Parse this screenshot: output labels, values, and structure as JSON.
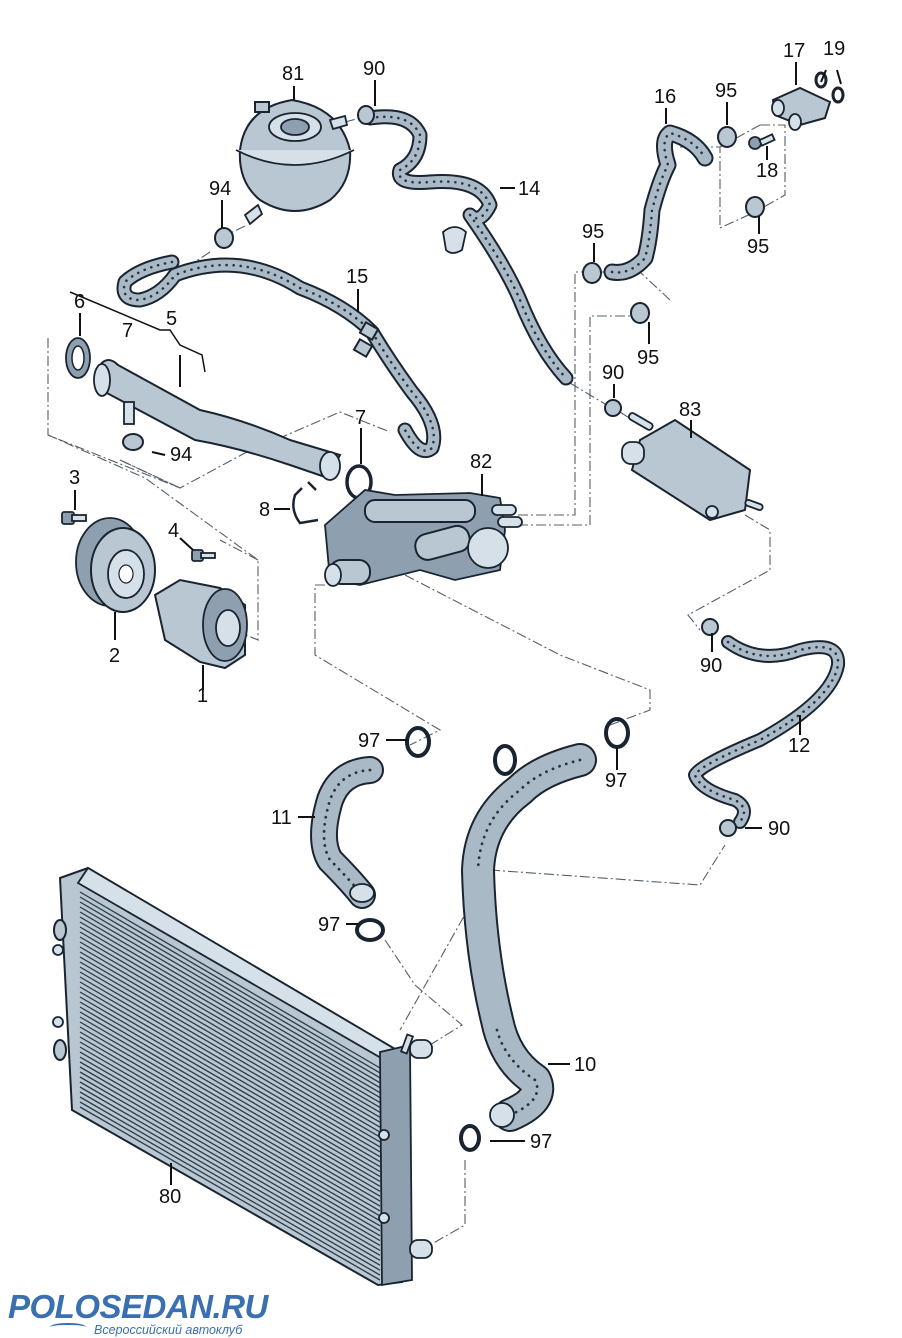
{
  "diagram": {
    "title": "Cooling system exploded parts diagram",
    "callouts": [
      {
        "id": "c81",
        "label": "81",
        "part": "coolant expansion tank"
      },
      {
        "id": "c90a",
        "label": "90",
        "part": "hose clamp"
      },
      {
        "id": "c14",
        "label": "14",
        "part": "coolant hose"
      },
      {
        "id": "c94a",
        "label": "94",
        "part": "hose clamp"
      },
      {
        "id": "c15",
        "label": "15",
        "part": "coolant hose"
      },
      {
        "id": "c16",
        "label": "16",
        "part": "coolant hose"
      },
      {
        "id": "c95a",
        "label": "95",
        "part": "hose clamp"
      },
      {
        "id": "c17",
        "label": "17",
        "part": "connecting flange"
      },
      {
        "id": "c19",
        "label": "19",
        "part": "o-ring"
      },
      {
        "id": "c18",
        "label": "18",
        "part": "bolt"
      },
      {
        "id": "c95b",
        "label": "95",
        "part": "hose clamp"
      },
      {
        "id": "c95c",
        "label": "95",
        "part": "hose clamp"
      },
      {
        "id": "c95d",
        "label": "95",
        "part": "hose clamp"
      },
      {
        "id": "c6",
        "label": "6",
        "part": "gasket"
      },
      {
        "id": "c7a",
        "label": "7",
        "part": "o-ring"
      },
      {
        "id": "c5",
        "label": "5",
        "part": "coolant pipe"
      },
      {
        "id": "c94b",
        "label": "94",
        "part": "hose clamp"
      },
      {
        "id": "c7b",
        "label": "7",
        "part": "o-ring"
      },
      {
        "id": "c90b",
        "label": "90",
        "part": "hose clamp"
      },
      {
        "id": "c83",
        "label": "83",
        "part": "coolant pipe / distributor"
      },
      {
        "id": "c82",
        "label": "82",
        "part": "thermostat housing"
      },
      {
        "id": "c3",
        "label": "3",
        "part": "bolt"
      },
      {
        "id": "c4",
        "label": "4",
        "part": "bolt"
      },
      {
        "id": "c8",
        "label": "8",
        "part": "retaining clip"
      },
      {
        "id": "c2",
        "label": "2",
        "part": "pulley"
      },
      {
        "id": "c1",
        "label": "1",
        "part": "coolant pump"
      },
      {
        "id": "c90c",
        "label": "90",
        "part": "hose clamp"
      },
      {
        "id": "c12",
        "label": "12",
        "part": "coolant hose"
      },
      {
        "id": "c97a",
        "label": "97",
        "part": "hose clamp"
      },
      {
        "id": "c97b",
        "label": "97",
        "part": "hose clamp"
      },
      {
        "id": "c11",
        "label": "11",
        "part": "coolant hose"
      },
      {
        "id": "c90d",
        "label": "90",
        "part": "hose clamp"
      },
      {
        "id": "c97c",
        "label": "97",
        "part": "hose clamp"
      },
      {
        "id": "c10",
        "label": "10",
        "part": "coolant hose"
      },
      {
        "id": "c97d",
        "label": "97",
        "part": "hose clamp"
      },
      {
        "id": "c80",
        "label": "80",
        "part": "radiator"
      }
    ]
  },
  "watermark": {
    "brand": "POLOSEDAN.RU",
    "tagline": "Всероссийский автоклуб"
  },
  "colors": {
    "part_fill": "#b9c7d2",
    "outline": "#1a2430",
    "brand_blue": "#3a6fb0"
  }
}
